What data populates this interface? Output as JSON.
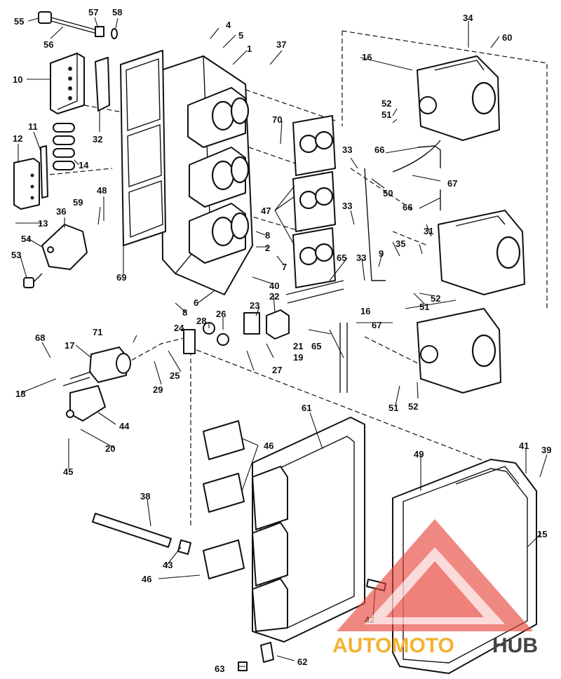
{
  "diagram": {
    "callouts": {
      "c1": "1",
      "c2": "2",
      "c4": "4",
      "c5": "5",
      "c6": "6",
      "c7": "7",
      "c8a": "8",
      "c8b": "8",
      "c9": "9",
      "c10": "10",
      "c11": "11",
      "c12": "12",
      "c13": "13",
      "c14": "14",
      "c15": "15",
      "c16a": "16",
      "c16b": "16",
      "c17": "17",
      "c18": "18",
      "c19": "19",
      "c20": "20",
      "c21": "21",
      "c22": "22",
      "c23": "23",
      "c24": "24",
      "c25": "25",
      "c26": "26",
      "c27": "27",
      "c28": "28",
      "c29": "29",
      "c31": "31",
      "c32": "32",
      "c33a": "33",
      "c33b": "33",
      "c33c": "33",
      "c34": "34",
      "c35": "35",
      "c36": "36",
      "c37": "37",
      "c38": "38",
      "c39": "39",
      "c40": "40",
      "c41": "41",
      "c42": "42",
      "c43": "43",
      "c44": "44",
      "c45": "45",
      "c46a": "46",
      "c46b": "46",
      "c47": "47",
      "c48": "48",
      "c49": "49",
      "c50": "50",
      "c51a": "51",
      "c51b": "51",
      "c51c": "51",
      "c52a": "52",
      "c52b": "52",
      "c52c": "52",
      "c53": "53",
      "c54": "54",
      "c55": "55",
      "c56": "56",
      "c57": "57",
      "c58": "58",
      "c59": "59",
      "c60": "60",
      "c61": "61",
      "c62": "62",
      "c63": "63",
      "c65a": "65",
      "c65b": "65",
      "c66a": "66",
      "c66b": "66",
      "c67a": "67",
      "c67b": "67",
      "c68": "68",
      "c69": "69",
      "c70": "70",
      "c71": "71"
    }
  },
  "watermark": {
    "text_part1": "AUTOMOTO",
    "text_part2": "HUB",
    "color_primary": "#e8453c",
    "color_secondary": "#f2b233",
    "color_dark": "#444444"
  }
}
